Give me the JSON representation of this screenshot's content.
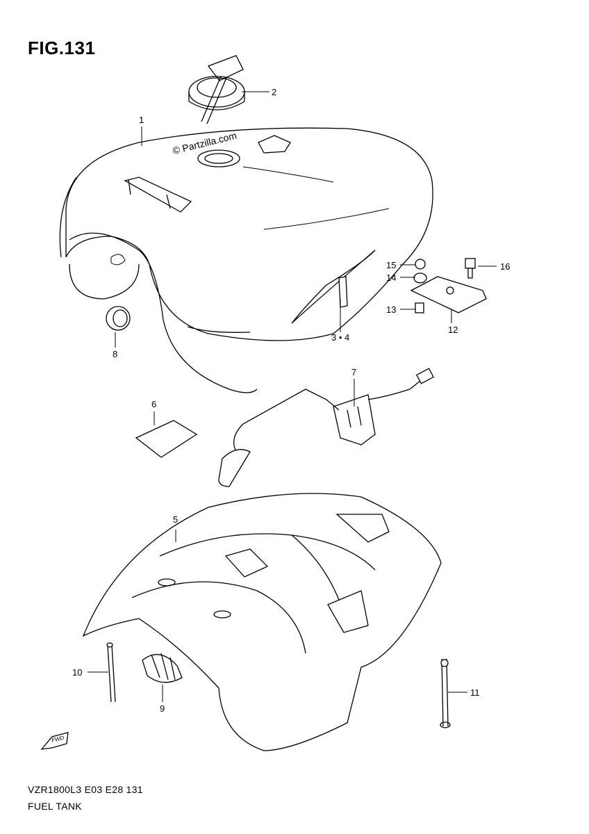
{
  "figure": {
    "title": "FIG.131",
    "watermark": "© Partzilla.com",
    "model_code": "VZR1800L3  E03  E28  131",
    "name": "FUEL TANK",
    "direction_badge": "FWD"
  },
  "callouts": [
    {
      "id": "1",
      "label": "1"
    },
    {
      "id": "2",
      "label": "2"
    },
    {
      "id": "3-4",
      "label": "3 • 4"
    },
    {
      "id": "5",
      "label": "5"
    },
    {
      "id": "6",
      "label": "6"
    },
    {
      "id": "7",
      "label": "7"
    },
    {
      "id": "8",
      "label": "8"
    },
    {
      "id": "9",
      "label": "9"
    },
    {
      "id": "10",
      "label": "10"
    },
    {
      "id": "11",
      "label": "11"
    },
    {
      "id": "12",
      "label": "12"
    },
    {
      "id": "13",
      "label": "13"
    },
    {
      "id": "14",
      "label": "14"
    },
    {
      "id": "15",
      "label": "15"
    },
    {
      "id": "16",
      "label": "16"
    }
  ]
}
